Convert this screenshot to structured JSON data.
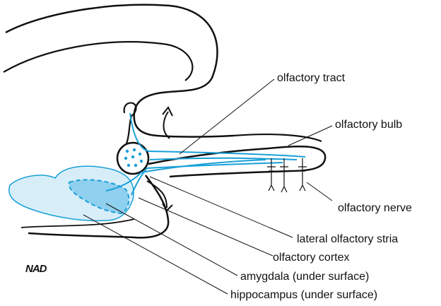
{
  "labels": {
    "olfactory_tract": "olfactory tract",
    "olfactory_bulb": "olfactory bulb",
    "olfactory_nerve": "olfactory nerve",
    "lateral_olfactory_stria": "lateral olfactory stria",
    "olfactory_cortex": "olfactory cortex",
    "amygdala": "amygdala (under surface)",
    "hippocampus": "hippocampus (under surface)"
  },
  "signature": "NAD",
  "colors": {
    "outline": "#111111",
    "pathway": "#1aa0d8",
    "temporal_fill": "#d7eef9",
    "amygdala_fill": "#8fd0ef"
  }
}
